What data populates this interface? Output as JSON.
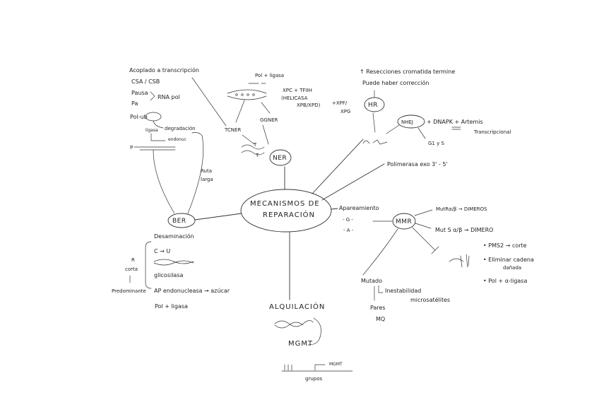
{
  "center": {
    "line1": "MECANISMOS DE",
    "line2": "REPARACIÓN"
  },
  "ner": {
    "node": "NER",
    "tc": "TCNER",
    "gg": "GGNER",
    "pol_ligasa": "Pol + ligasa",
    "xpc": "XPC + TFIIH",
    "helicasa": "(HELICASA",
    "xpb": "XPB/XPD)",
    "xpf": "+XPF/",
    "xpg": "XPG",
    "acoplado": "Acoplado a transcripción",
    "csa": "CSA / CSB",
    "pausa": "Pausa",
    "pa": "Pa",
    "rna_pol": "RNA pol",
    "pol_ub": "Pol-ub",
    "degradacion": "degradación",
    "t1": "T",
    "t2": "T"
  },
  "hr": {
    "node": "HR",
    "nhej": "NHEJ",
    "resecciones": "↑ Resecciones cromatida termine",
    "puede": "Puede haber corrección",
    "dnapk": "+ DNAPK + Artemis",
    "transcripcional": "Transcripcional",
    "g1s": "G1 y S",
    "polimerasa": "Polimerasa exo 3' - 5'"
  },
  "mmr": {
    "node": "MMR",
    "apareamiento": "Apareamiento",
    "g": "- G -",
    "a": "- A -",
    "mutsab": "MutRα/β → DIMEROS",
    "mutsab2": "Mut S α/β → DIMERO",
    "pms2": "• PMS2 → corte",
    "eliminar": "• Eliminar cadena",
    "danada": "dañada",
    "pol": "• Pol + α-ligasa",
    "mutado": "Mutado",
    "inestabilidad": "Inestabilidad",
    "microsatelites": "microsatélites",
    "pares": "Pares",
    "mq": "MQ"
  },
  "ber": {
    "node": "BER",
    "ligasa": "ligasa",
    "endonuc": "endonuc",
    "p": "P",
    "ruta": "Ruta",
    "larga": "larga",
    "desaminacion": "Desaminación",
    "c_u": "C → U",
    "glicosilasa": "glicosilasa",
    "ap": "AP endonucleasa → azúcar",
    "pol_ligasa": "Pol + ligasa",
    "r": "R",
    "corta": "corta",
    "predominante": "Predominante"
  },
  "alq": {
    "title": "ALQUILACIÓN",
    "mgmt": "MGMT",
    "mgmt2": "MGMT",
    "grupos": "grupos"
  }
}
